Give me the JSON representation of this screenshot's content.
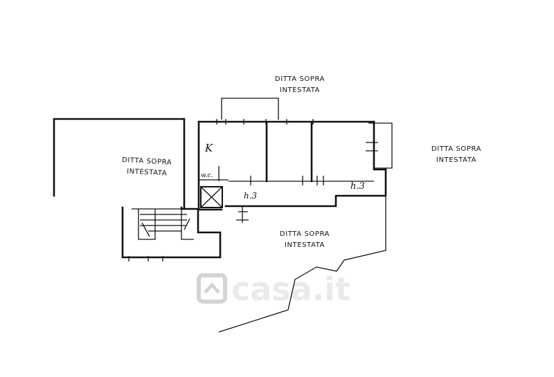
{
  "neighbor_labels": {
    "top": [
      "DITTA SOPRA",
      "INTESTATA"
    ],
    "left": [
      "DITTA SOPRA",
      "INTESTATA"
    ],
    "right": [
      "DITTA SOPRA",
      "INTESTATA"
    ],
    "bottom": [
      "DITTA SOPRA",
      "INTESTATA"
    ]
  },
  "room_labels": {
    "kitchen": "K",
    "wc": "w.c.",
    "height_1": "h.3",
    "height_2": "h.3"
  },
  "watermark": "casa.it"
}
